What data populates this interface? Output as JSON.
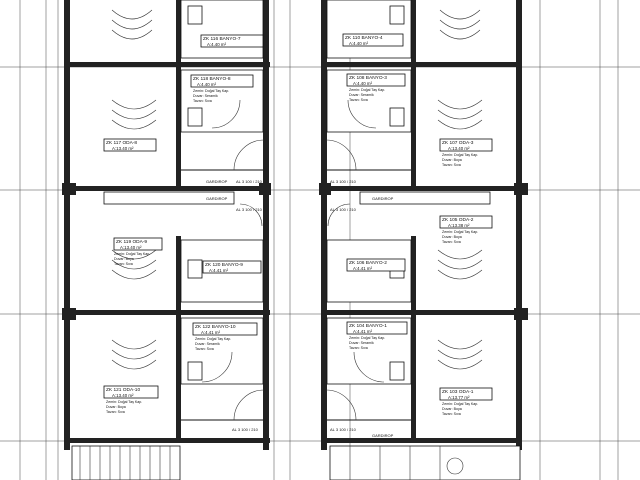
{
  "drawing": {
    "room_labels": [
      {
        "code": "ZK 116 BANYO-7",
        "area": "A:4.40 m²"
      },
      {
        "code": "ZK 110 BANYO-4",
        "area": "A:4.40 m²"
      },
      {
        "code": "ZK 118 BANYO-8",
        "area": "A:4.40 m²"
      },
      {
        "code": "ZK 108 BANYO-3",
        "area": "A:4.40 m²"
      },
      {
        "code": "ZK 117 ODA-8",
        "area": "A:13.40 m²"
      },
      {
        "code": "ZK 107 ODA-3",
        "area": "A:13.40 m²"
      },
      {
        "code": "ZK 119 ODA-9",
        "area": "A:13.40 m²"
      },
      {
        "code": "ZK 105 ODA-2",
        "area": "A:13.38 m²"
      },
      {
        "code": "ZK 120 BANYO-9",
        "area": "A:4.41 m²"
      },
      {
        "code": "ZK 106 BANYO-2",
        "area": "A:4.41 m²"
      },
      {
        "code": "ZK 122 BANYO-10",
        "area": "A:4.41 m²"
      },
      {
        "code": "ZK 104 BANYO-1",
        "area": "A:4.41 m²"
      },
      {
        "code": "ZK 121 ODA-10",
        "area": "A:13.40 m²"
      },
      {
        "code": "ZK 103 ODA-1",
        "area": "A:13.77 m²"
      }
    ],
    "finish_lines": [
      "Zemin: Doğal Taş Kap.",
      "Duvar: Seramik",
      "Tavan: Sıva"
    ],
    "finish_lines_oda": [
      "Zemin: Doğal Taş Kap.",
      "Duvar: Boya",
      "Tavan: Sıva"
    ],
    "door_tags": [
      "AL 3 100 / 210",
      "AL 3 100 / 210",
      "AL 3 100 / 210",
      "AL 3 100 / 210",
      "AL 3 100 / 210",
      "AL 3 100 / 210"
    ],
    "window_tags": [
      "GARDIROP",
      "GARDIROP",
      "GARDIROP",
      "GARDIROP"
    ],
    "colors": {
      "line": "#111111",
      "background": "#ffffff",
      "wall": "#222222"
    }
  }
}
